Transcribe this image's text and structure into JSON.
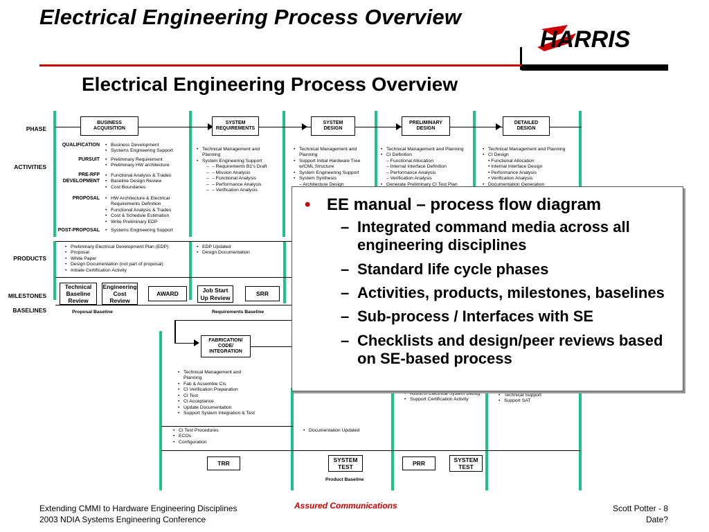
{
  "slide": {
    "title": "Electrical Engineering Process Overview",
    "subtitle": "Electrical Engineering Process Overview",
    "logo_text": "HARRIS"
  },
  "row_labels": {
    "phase": "PHASE",
    "activities": "ACTIVITIES",
    "products": "PRODUCTS",
    "milestones": "MILESTONES",
    "baselines": "BASELINES"
  },
  "phases": [
    {
      "l1": "BUSINESS",
      "l2": "ACQUISITION"
    },
    {
      "l1": "SYSTEM",
      "l2": "REQUIREMENTS"
    },
    {
      "l1": "SYSTEM",
      "l2": "DESIGN"
    },
    {
      "l1": "PRELIMINARY",
      "l2": "DESIGN"
    },
    {
      "l1": "DETAILED",
      "l2": "DESIGN"
    }
  ],
  "bottom_phase": {
    "l1": "FABRICATION/",
    "l2": "CODE/",
    "l3": "INTEGRATION"
  },
  "activity_labels": {
    "qualification": "QUALIFICATION",
    "pursuit": "PURSUIT",
    "pre_rfp_1": "PRE-RFP",
    "pre_rfp_2": "DEVELOPMENT",
    "proposal": "PROPOSAL",
    "post_proposal": "POST-PROPOSAL"
  },
  "ba_activities": {
    "qualification": [
      "Business Development",
      "Systems Engineering Support"
    ],
    "pursuit": [
      "Preliminary Requirement",
      "Preliminary HW architecture"
    ],
    "pre_rfp": [
      "Functional Analysis & Trades",
      "Baseline Design Review",
      "Cost Boundaries"
    ],
    "proposal": [
      "HW Architecture & Electrical",
      "Requirements Definition",
      "Functional Analysis & Trades",
      "Cost & Schedule Estimation",
      "Write Preliminary EDP"
    ],
    "post_proposal": [
      "Systems Engineering Support"
    ]
  },
  "sr_activities": [
    {
      "t": "Technical Management and",
      "s": false,
      "b": true
    },
    {
      "t": "Planning",
      "s": false,
      "b": false
    },
    {
      "t": "System Engineering Support",
      "s": false,
      "b": true
    },
    {
      "t": "– Requirements B1's Draft",
      "s": true,
      "b": false
    },
    {
      "t": "– Mission Analysis",
      "s": true,
      "b": false
    },
    {
      "t": "– Functional Analysis",
      "s": true,
      "b": false
    },
    {
      "t": "– Performance Analysis",
      "s": true,
      "b": false
    },
    {
      "t": "– Verification Analysis",
      "s": true,
      "b": false
    }
  ],
  "sd_activities": [
    {
      "t": "Technical Management and",
      "b": true
    },
    {
      "t": "Planning",
      "b": false
    },
    {
      "t": "Support Initial Hardware Tree",
      "b": true
    },
    {
      "t": "w/CML Structure",
      "b": false
    },
    {
      "t": "System Engineering Support",
      "b": true
    },
    {
      "t": "System Synthesis",
      "b": true
    },
    {
      "t": "–    Architecture Design",
      "b": false
    }
  ],
  "pd_activities": [
    {
      "t": "Technical Management and Planning",
      "b": true
    },
    {
      "t": "CI Definition",
      "b": true
    },
    {
      "t": "– Functional Allocation",
      "b": false
    },
    {
      "t": "– Internal Interface Definition",
      "b": false
    },
    {
      "t": "– Performance Analysis",
      "b": false
    },
    {
      "t": "– Verification Analysis",
      "b": false
    },
    {
      "t": "Generate Preliminary CI Test Plan",
      "b": true
    }
  ],
  "dd_activities": [
    {
      "t": "Technical Management and Planning",
      "b": true
    },
    {
      "t": "CI Design",
      "b": true
    },
    {
      "t": "• Functional Allocation",
      "b": false
    },
    {
      "t": "• Internal Interface Design",
      "b": false
    },
    {
      "t": "• Performance Analysis",
      "b": false
    },
    {
      "t": "• Verification Analysis",
      "b": false
    },
    {
      "t": "Documentation Generation",
      "b": true
    }
  ],
  "products_ba": [
    "Preliminary Electrical Development Plan (EDP)",
    "Proposal",
    "White Paper",
    "Design Documentation (not part of proposal)",
    "Initiate Certification Activity"
  ],
  "products_sr": [
    "EDP Updated",
    "Design Documentation"
  ],
  "milestones": {
    "tbr": "Technical Baseline Review",
    "ecr": "Engineering Cost Review",
    "award": "AWARD",
    "jsur": "Job Start Up Review",
    "srr": "SRR",
    "trr": "TRR",
    "st1": "SYSTEM TEST",
    "prr": "PRR",
    "st2": "SYSTEM TEST"
  },
  "baselines": {
    "proposal": "Proposal Baseline",
    "requirements": "Requirements Baseline",
    "product": "Product Baseline"
  },
  "fab_activities": [
    {
      "t": "Technical Management and",
      "b": true
    },
    {
      "t": "Planning",
      "b": false
    },
    {
      "t": "Fab & Assemble CIs",
      "b": true
    },
    {
      "t": "CI Verification Preparation",
      "b": true
    },
    {
      "t": "CI Test",
      "b": true
    },
    {
      "t": "CI Acceptance",
      "b": true
    },
    {
      "t": "Update Documentation",
      "b": true
    },
    {
      "t": "Support System Integration & Test",
      "b": true
    }
  ],
  "fab_products": [
    "CI Test Procedures",
    "ECOs",
    "Configuration"
  ],
  "col4_products": [
    "Documentation Updated"
  ],
  "col5_activities": [
    "Assist in Electrical System Debug",
    "Support Certification Activity"
  ],
  "col6_activities": [
    "Technical Support",
    "Support SAT"
  ],
  "overlay": {
    "main": "EE manual – process flow diagram",
    "subs": [
      "Integrated command media across all engineering disciplines",
      "Standard life cycle phases",
      "Activities, products, milestones, baselines",
      "Sub-process / Interfaces with SE",
      "Checklists and design/peer reviews based on SE-based process"
    ]
  },
  "footer": {
    "left1": "Extending CMMI to Hardware Engineering Disciplines",
    "left2": "2003 NDIA Systems Engineering Conference",
    "center": "Assured Communications",
    "right1": "Scott Potter - 8",
    "right2": "Date?"
  },
  "colors": {
    "accent_red": "#cc0000",
    "bar_green": "#1fc08a"
  }
}
